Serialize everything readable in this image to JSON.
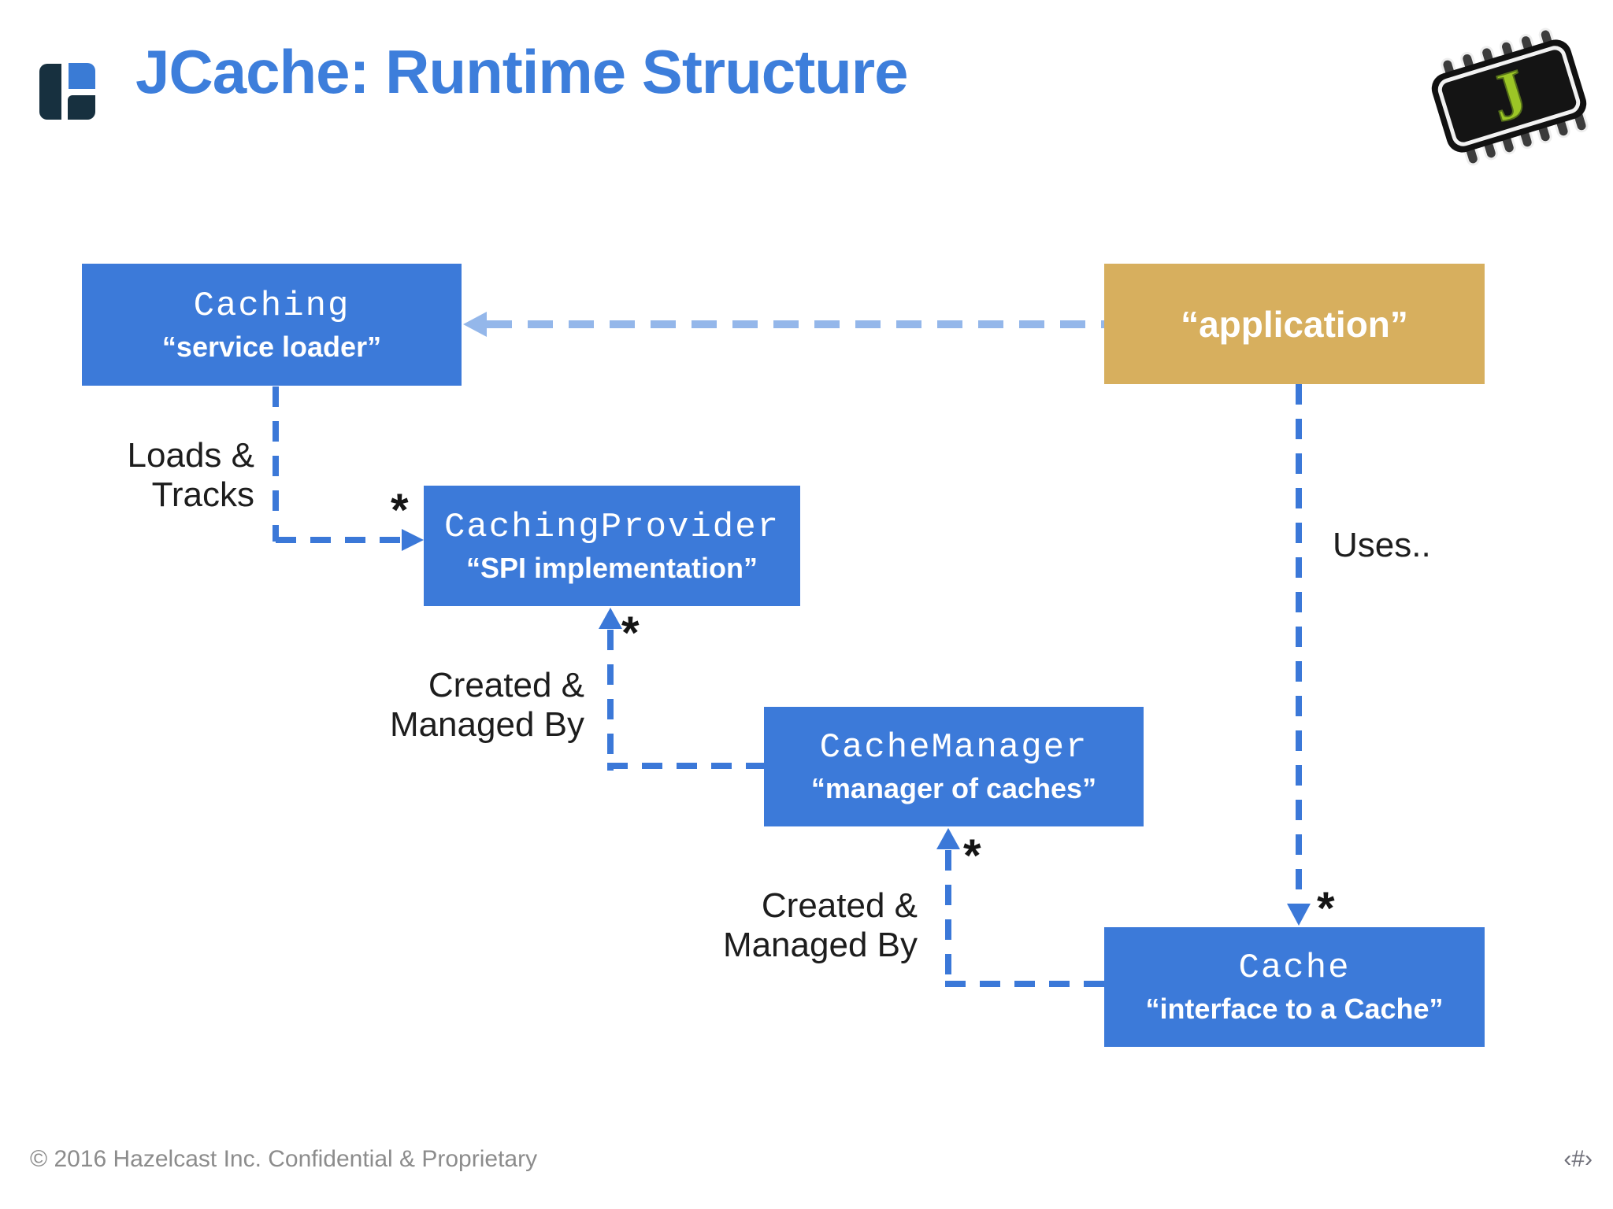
{
  "slide": {
    "title": "JCache: Runtime Structure",
    "footer_left": "© 2016 Hazelcast Inc. Confidential & Proprietary",
    "footer_right": "‹#›"
  },
  "icons": {
    "hazelcast_logo": "hazelcast-logo",
    "jcache_chip_logo": "jcache-chip-logo"
  },
  "logo": {
    "chip_letter": "J"
  },
  "colors": {
    "box_blue": "#3c7ad9",
    "box_gold": "#d7af5e",
    "title_blue": "#3d7edb",
    "connector_blue": "#3b78d8",
    "connector_light_blue": "#94b7ea"
  },
  "nodes": {
    "caching": {
      "name": "Caching",
      "subtitle": "“service loader”"
    },
    "application": {
      "name": "“application”"
    },
    "provider": {
      "name": "CachingProvider",
      "subtitle": "“SPI implementation”"
    },
    "manager": {
      "name": "CacheManager",
      "subtitle": "“manager of caches”"
    },
    "cache": {
      "name": "Cache",
      "subtitle": "“interface to a Cache”"
    }
  },
  "edges": {
    "caching_to_provider": {
      "label_line1": "Loads &",
      "label_line2": "Tracks",
      "multiplicity": "*"
    },
    "manager_to_provider": {
      "label_line1": "Created &",
      "label_line2": "Managed By",
      "multiplicity": "*"
    },
    "cache_to_manager": {
      "label_line1": "Created &",
      "label_line2": "Managed By",
      "multiplicity": "*"
    },
    "app_to_cache": {
      "label": "Uses..",
      "multiplicity": "*"
    }
  }
}
